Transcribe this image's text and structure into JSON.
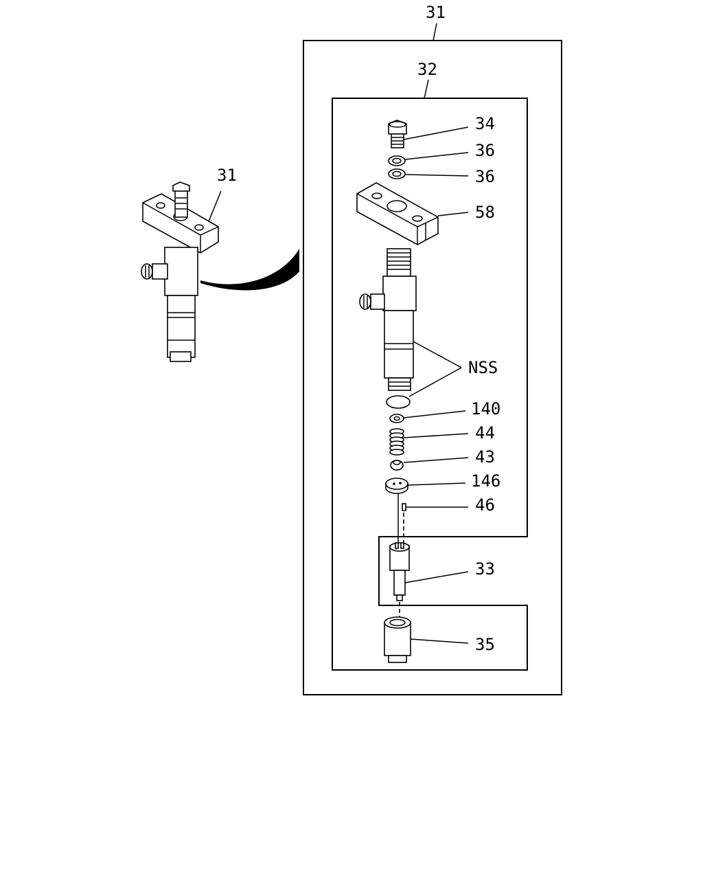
{
  "labels": {
    "assembly_top": "31",
    "subassembly": "32",
    "assembly_side": "31",
    "bolt": "34",
    "washer_upper": "36",
    "washer_lower": "36",
    "clamp": "58",
    "nss": "NSS",
    "spacer": "140",
    "spring": "44",
    "seat": "43",
    "plate": "146",
    "pin": "46",
    "nozzle": "33",
    "retaining_nut": "35"
  }
}
